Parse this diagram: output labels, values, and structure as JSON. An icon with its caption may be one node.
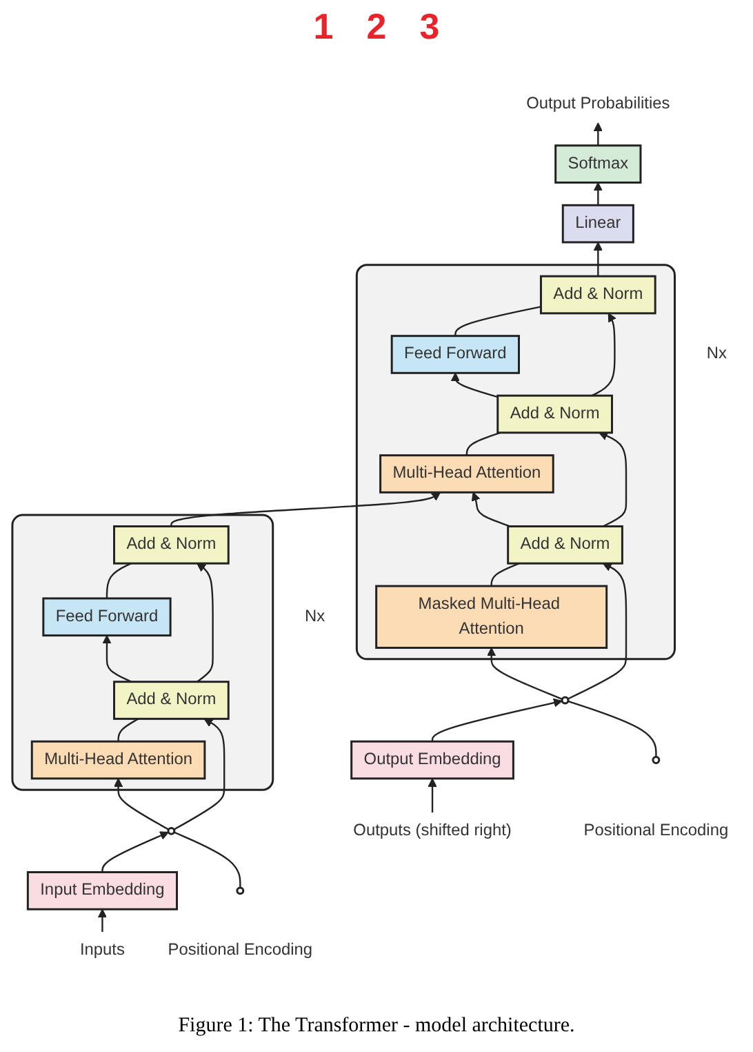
{
  "diagram": {
    "caption": "Figure 1: The Transformer - model architecture.",
    "nodes": [
      {
        "text": [
          "Output Probabilities"
        ]
      },
      {
        "text": [
          "Softmax"
        ]
      },
      {
        "text": [
          "Linear"
        ]
      },
      {
        "text": [],
        "shape": "box",
        "beside": [
          "Nx"
        ]
      },
      {
        "text": [
          "Add & Norm"
        ],
        "in": 3
      },
      {
        "text": [
          "Feed Forward"
        ],
        "in": 3
      },
      {
        "text": [
          "Add & Norm"
        ],
        "in": 3
      },
      {
        "text": [
          "Multi-Head Attention"
        ],
        "in": 3
      },
      {
        "text": [
          "Add & Norm"
        ],
        "in": 3
      },
      {
        "text": [
          "Masked Multi-Head Attention"
        ],
        "in": 3
      },
      {
        "text": [],
        "shape": "box",
        "beside": [
          "Nx"
        ]
      },
      {
        "text": [
          "Add & Norm"
        ],
        "in": 10
      },
      {
        "text": [
          "Feed Forward"
        ],
        "in": 10
      },
      {
        "text": [
          "Add & Norm"
        ],
        "in": 10
      },
      {
        "text": [
          "Multi-Head Attention"
        ],
        "in": 10
      },
      {
        "text": [],
        "shape": "circle",
        "beside": [
          "Positional Encoding"
        ]
      },
      {
        "text": [],
        "shape": "circle"
      },
      {
        "text": [
          "Input Embedding"
        ]
      },
      {
        "text": [
          "Inputs"
        ]
      },
      {
        "text": [],
        "shape": "circle",
        "beside": [
          "Positional Encoding"
        ]
      },
      {
        "text": [],
        "shape": "circle"
      },
      {
        "text": [
          "Output Embedding"
        ]
      },
      {
        "text": [
          "Outputs (shifted right)"
        ]
      }
    ],
    "edges": [
      {
        "from": 18,
        "to": 17,
        "arrow": "to"
      },
      {
        "from": 17,
        "to": 16,
        "arrow": "to"
      },
      {
        "from": 15,
        "to": 16,
        "arrow": "none"
      },
      {
        "from": 16,
        "to": 14,
        "arrow": "to"
      },
      {
        "from": 16,
        "to": 13,
        "arrow": "to"
      },
      {
        "from": 14,
        "to": 13,
        "arrow": "none"
      },
      {
        "from": 13,
        "to": 12,
        "arrow": "to"
      },
      {
        "from": 13,
        "to": 11,
        "arrow": "to"
      },
      {
        "from": 12,
        "to": 11,
        "arrow": "none"
      },
      {
        "from": 11,
        "to": 7,
        "arrow": "to"
      },
      {
        "from": 22,
        "to": 21,
        "arrow": "to"
      },
      {
        "from": 21,
        "to": 20,
        "arrow": "to"
      },
      {
        "from": 19,
        "to": 20,
        "arrow": "none"
      },
      {
        "from": 20,
        "to": 9,
        "arrow": "to"
      },
      {
        "from": 20,
        "to": 8,
        "arrow": "to"
      },
      {
        "from": 9,
        "to": 8,
        "arrow": "none"
      },
      {
        "from": 8,
        "to": 7,
        "arrow": "to"
      },
      {
        "from": 8,
        "to": 6,
        "arrow": "to"
      },
      {
        "from": 7,
        "to": 6,
        "arrow": "none"
      },
      {
        "from": 6,
        "to": 5,
        "arrow": "to"
      },
      {
        "from": 6,
        "to": 4,
        "arrow": "to"
      },
      {
        "from": 5,
        "to": 4,
        "arrow": "none"
      },
      {
        "from": 4,
        "to": 2,
        "arrow": "to"
      },
      {
        "from": 2,
        "to": 1,
        "arrow": "to"
      },
      {
        "from": 1,
        "to": 0,
        "arrow": "to"
      }
    ],
    "labels": [
      "1",
      "2",
      "3"
    ]
  }
}
